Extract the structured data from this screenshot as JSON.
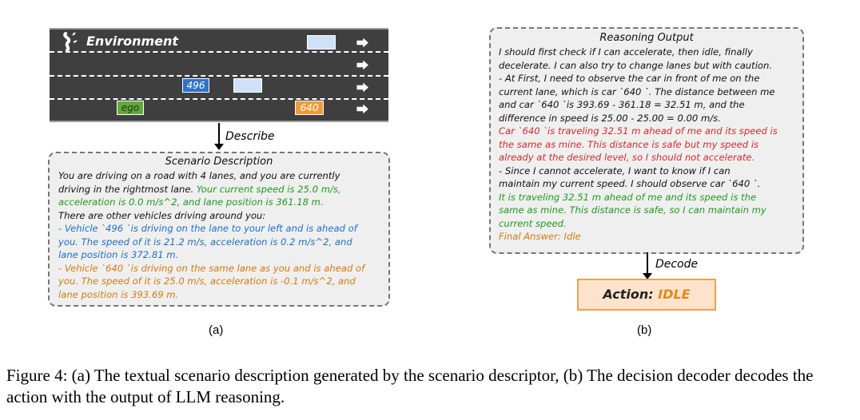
{
  "environment": {
    "title": "Environment",
    "cars": [
      {
        "label": "",
        "color": "#cfe1f7"
      },
      {
        "label": "496",
        "color": "#2d74c7"
      },
      {
        "label": "",
        "color": "#cfe1f7"
      },
      {
        "label": "ego",
        "color": "#62a83a"
      },
      {
        "label": "640",
        "color": "#f09a3c"
      }
    ],
    "arrow_glyph": "⮕"
  },
  "describe_label": "Describe",
  "scenario": {
    "title": "Scenario Description",
    "lines": [
      {
        "text": "You are driving on a road with 4 lanes, and you are currently",
        "color": "black"
      },
      {
        "text": "driving in the rightmost lane.",
        "color": "black",
        "tail": " Your current speed is 25.0 m/s,",
        "tail_color": "green"
      },
      {
        "text": "acceleration is 0.0 m/s^2, and lane position is 361.18 m.",
        "color": "green"
      },
      {
        "text": "There are other vehicles driving around you:",
        "color": "black"
      },
      {
        "text": "- Vehicle `496 `is driving on the lane to your left and is ahead of",
        "color": "blue"
      },
      {
        "text": "you. The speed of it is 21.2 m/s, acceleration is 0.2 m/s^2, and",
        "color": "blue"
      },
      {
        "text": "lane position is 372.81 m.",
        "color": "blue"
      },
      {
        "text": "- Vehicle `640 `is driving on the same lane as you and is ahead of",
        "color": "orange"
      },
      {
        "text": "you. The speed of it is 25.0 m/s, acceleration is -0.1 m/s^2, and",
        "color": "orange"
      },
      {
        "text": "lane position is 393.69 m.",
        "color": "orange"
      }
    ]
  },
  "reasoning": {
    "title": "Reasoning Output",
    "lines": [
      {
        "text": "I should first check if I can accelerate, then idle, finally",
        "color": "black"
      },
      {
        "text": "decelerate. I can also try to change lanes but with caution.",
        "color": "black"
      },
      {
        "text": "- At First, I need to observe the car in front of me on the",
        "color": "black"
      },
      {
        "text": "current lane, which is car `640 `. The distance between me",
        "color": "black"
      },
      {
        "text": "and car `640 `is 393.69 - 361.18 = 32.51 m, and the",
        "color": "black"
      },
      {
        "text": "difference in speed is 25.00 - 25.00 = 0.00 m/s.",
        "color": "black"
      },
      {
        "text": "Car `640 `is traveling 32.51 m ahead of me and its speed is",
        "color": "red"
      },
      {
        "text": "the same as mine. This distance is safe but my speed is",
        "color": "red"
      },
      {
        "text": "already at the desired level, so I should not accelerate.",
        "color": "red"
      },
      {
        "text": "- Since I cannot accelerate, I want to know if I can",
        "color": "black"
      },
      {
        "text": "maintain my current speed. I should observe car `640 `.",
        "color": "black"
      },
      {
        "text": "It is traveling 32.51 m ahead of me and its speed is the",
        "color": "green"
      },
      {
        "text": "same as mine. This distance is safe, so I can maintain my",
        "color": "green"
      },
      {
        "text": "current speed.",
        "color": "green"
      },
      {
        "text": "Final Answer: Idle",
        "color": "orange"
      }
    ]
  },
  "decode_label": "Decode",
  "action": {
    "prefix": "Action:",
    "value": "IDLE"
  },
  "sublabels": {
    "a": "(a)",
    "b": "(b)"
  },
  "caption": "Figure 4: (a) The textual scenario description generated by the scenario descriptor, (b) The decision decoder decodes the action with the output of LLM reasoning.",
  "colors": {
    "black": "#111111",
    "green": "#1f9a1f",
    "blue": "#1f6fc6",
    "orange": "#d27a12",
    "red": "#d12b2b"
  }
}
